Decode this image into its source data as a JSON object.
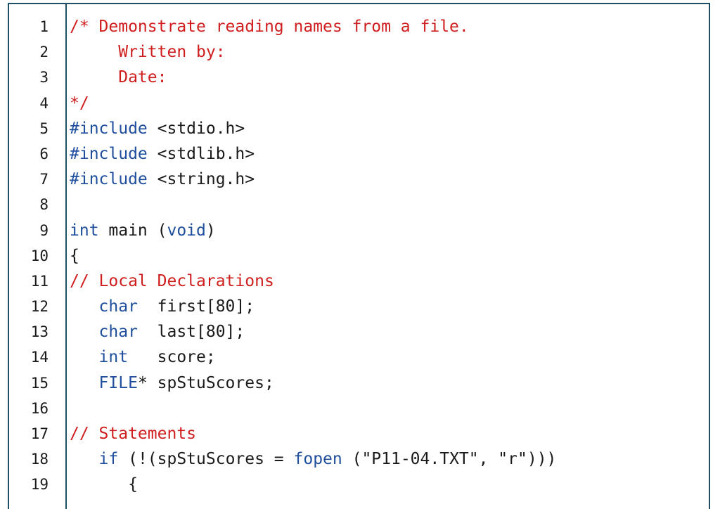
{
  "listing": {
    "colors": {
      "border": "#1f4f66",
      "comment": "#d01e1e",
      "keyword": "#1e4e9c",
      "text": "#1a1a1a"
    },
    "lines": [
      {
        "num": "1",
        "tokens": [
          {
            "t": "/* Demonstrate reading names from a file.",
            "k": "comment"
          }
        ]
      },
      {
        "num": "2",
        "tokens": [
          {
            "t": "     Written by:",
            "k": "comment"
          }
        ]
      },
      {
        "num": "3",
        "tokens": [
          {
            "t": "     Date:",
            "k": "comment"
          }
        ]
      },
      {
        "num": "4",
        "tokens": [
          {
            "t": "*/",
            "k": "comment"
          }
        ]
      },
      {
        "num": "5",
        "tokens": [
          {
            "t": "#include",
            "k": "keyword"
          },
          {
            "t": " <stdio.h>",
            "k": "plain"
          }
        ]
      },
      {
        "num": "6",
        "tokens": [
          {
            "t": "#include",
            "k": "keyword"
          },
          {
            "t": " <stdlib.h>",
            "k": "plain"
          }
        ]
      },
      {
        "num": "7",
        "tokens": [
          {
            "t": "#include",
            "k": "keyword"
          },
          {
            "t": " <string.h>",
            "k": "plain"
          }
        ]
      },
      {
        "num": "8",
        "tokens": [
          {
            "t": "",
            "k": "plain"
          }
        ]
      },
      {
        "num": "9",
        "tokens": [
          {
            "t": "int",
            "k": "keyword"
          },
          {
            "t": " main (",
            "k": "plain"
          },
          {
            "t": "void",
            "k": "keyword"
          },
          {
            "t": ")",
            "k": "plain"
          }
        ]
      },
      {
        "num": "10",
        "tokens": [
          {
            "t": "{",
            "k": "plain"
          }
        ]
      },
      {
        "num": "11",
        "tokens": [
          {
            "t": "// Local Declarations",
            "k": "comment"
          }
        ]
      },
      {
        "num": "12",
        "tokens": [
          {
            "t": "   ",
            "k": "plain"
          },
          {
            "t": "char",
            "k": "keyword"
          },
          {
            "t": "  first[80];",
            "k": "plain"
          }
        ]
      },
      {
        "num": "13",
        "tokens": [
          {
            "t": "   ",
            "k": "plain"
          },
          {
            "t": "char",
            "k": "keyword"
          },
          {
            "t": "  last[80];",
            "k": "plain"
          }
        ]
      },
      {
        "num": "14",
        "tokens": [
          {
            "t": "   ",
            "k": "plain"
          },
          {
            "t": "int",
            "k": "keyword"
          },
          {
            "t": "   score;",
            "k": "plain"
          }
        ]
      },
      {
        "num": "15",
        "tokens": [
          {
            "t": "   ",
            "k": "plain"
          },
          {
            "t": "FILE",
            "k": "keyword"
          },
          {
            "t": "* spStuScores;",
            "k": "plain"
          }
        ]
      },
      {
        "num": "16",
        "tokens": [
          {
            "t": "",
            "k": "plain"
          }
        ]
      },
      {
        "num": "17",
        "tokens": [
          {
            "t": "// Statements",
            "k": "comment"
          }
        ]
      },
      {
        "num": "18",
        "tokens": [
          {
            "t": "   ",
            "k": "plain"
          },
          {
            "t": "if",
            "k": "keyword"
          },
          {
            "t": " (!(spStuScores = ",
            "k": "plain"
          },
          {
            "t": "fopen",
            "k": "keyword"
          },
          {
            "t": " (\"P11-04.TXT\", \"r\")))",
            "k": "plain"
          }
        ]
      },
      {
        "num": "19",
        "tokens": [
          {
            "t": "      {",
            "k": "plain"
          }
        ]
      }
    ]
  }
}
